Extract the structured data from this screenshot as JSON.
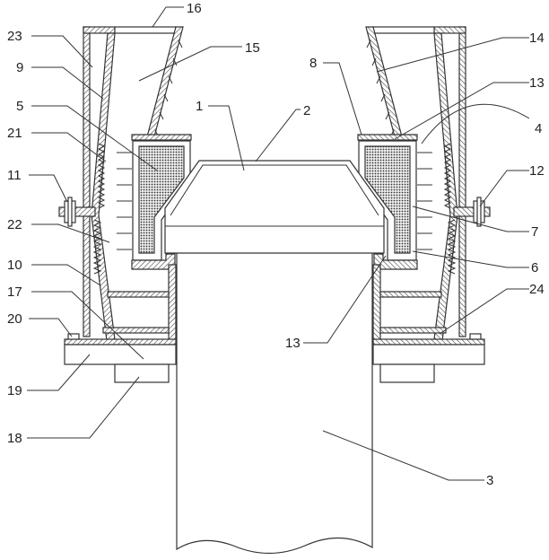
{
  "labels": {
    "l16": "16",
    "l23": "23",
    "l9": "9",
    "l15": "15",
    "l5": "5",
    "l21": "21",
    "l11": "11",
    "l22": "22",
    "l10": "10",
    "l17": "17",
    "l20": "20",
    "l19": "19",
    "l18": "18",
    "l1": "1",
    "l2": "2",
    "l8": "8",
    "l14": "14",
    "l13a": "13",
    "l4": "4",
    "l12": "12",
    "l7": "7",
    "l6": "6",
    "l24": "24",
    "l13b": "13",
    "l3": "3"
  }
}
